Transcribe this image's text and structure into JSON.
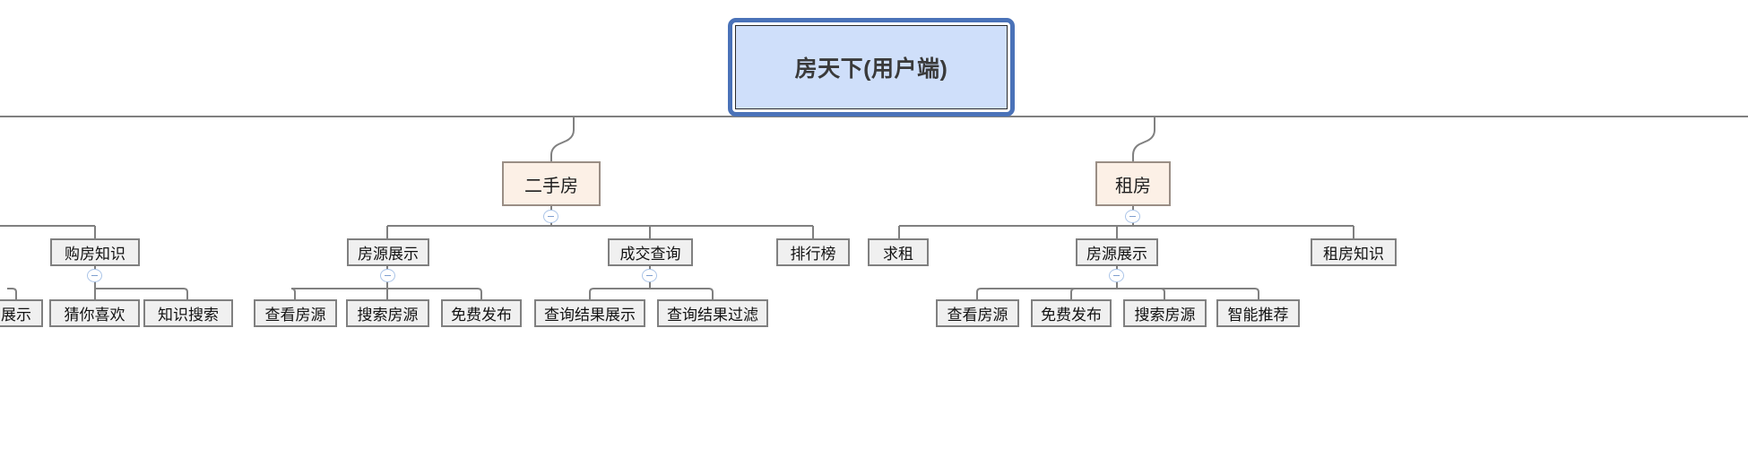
{
  "diagram": {
    "type": "mindmap-tree",
    "title": "房天下(用户端)",
    "orientation": "top-down",
    "colors": {
      "root_fill": "#cfdffa",
      "root_selection_border": "#4a72b8",
      "level2_fill": "#fcf0e6",
      "level2_border": "#9a8e85",
      "node_fill": "#f0f0f0",
      "node_border": "#808080",
      "edge": "#808080",
      "collapse_badge_border": "#aac4e8"
    },
    "root": {
      "label": "房天下(用户端)"
    },
    "branches": [
      {
        "id": "branch-left-partial",
        "label": "购房知识",
        "children": [
          {
            "label": "展示"
          },
          {
            "label": "猜你喜欢"
          },
          {
            "label": "知识搜索"
          }
        ]
      },
      {
        "id": "branch-ershoufang",
        "label": "二手房",
        "children": [
          {
            "label": "房源展示",
            "children": [
              {
                "label": "查看房源"
              },
              {
                "label": "搜索房源"
              },
              {
                "label": "免费发布"
              }
            ]
          },
          {
            "label": "成交查询",
            "children": [
              {
                "label": "查询结果展示"
              },
              {
                "label": "查询结果过滤"
              }
            ]
          },
          {
            "label": "排行榜",
            "children": []
          }
        ]
      },
      {
        "id": "branch-zufang",
        "label": "租房",
        "children": [
          {
            "label": "求租",
            "children": []
          },
          {
            "label": "房源展示",
            "children": [
              {
                "label": "查看房源"
              },
              {
                "label": "免费发布"
              },
              {
                "label": "搜索房源"
              },
              {
                "label": "智能推荐"
              }
            ]
          },
          {
            "label": "租房知识",
            "children": []
          }
        ]
      }
    ],
    "collapse_icon": "minus-icon"
  },
  "nodes": {
    "root": "房天下(用户端)",
    "ershoufang": "二手房",
    "zufang": "租房",
    "goufangzhishi": "购房知识",
    "zhanshi": "展示",
    "cainixihuan": "猜你喜欢",
    "zhishisousuo": "知识搜索",
    "fangyuanzhanshi_a": "房源展示",
    "chakanfangyuan_a": "查看房源",
    "sousuofangyuan_a": "搜索房源",
    "mianfeifabu_a": "免费发布",
    "chengjiaochaxun": "成交查询",
    "chaxunjieguozhanshi": "查询结果展示",
    "chaxunjieguoguolv": "查询结果过滤",
    "paihangbang": "排行榜",
    "qiuzu": "求租",
    "fangyuanzhanshi_b": "房源展示",
    "chakanfangyuan_b": "查看房源",
    "mianfeifabu_b": "免费发布",
    "sousuofangyuan_b": "搜索房源",
    "zhinengtuijian": "智能推荐",
    "zufangzhishi": "租房知识"
  }
}
